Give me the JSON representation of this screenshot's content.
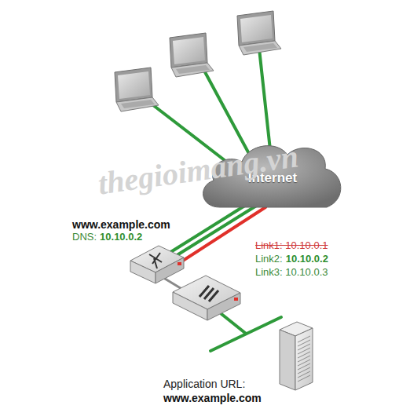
{
  "diagram": {
    "nodes": [
      {
        "text": [
          "Internet"
        ]
      }
    ],
    "labels": [
      "www.example.com",
      "DNS:",
      "10.10.0.2",
      "Link1: 10.10.0.1",
      "Link2:",
      "10.10.0.2",
      "Link3: 10.10.0.3",
      "Application URL:",
      "www.example.com",
      "thegioimang.vn"
    ]
  }
}
